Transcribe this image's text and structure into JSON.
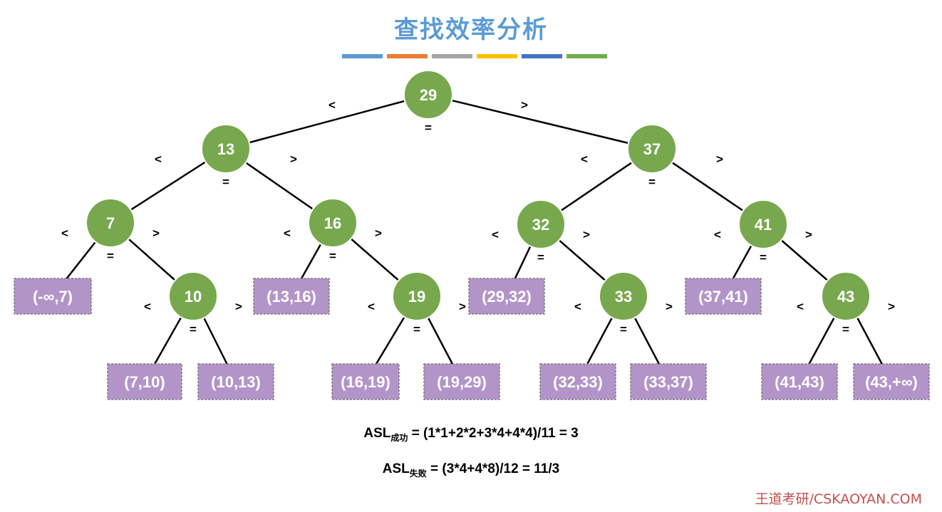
{
  "title": "查找效率分析",
  "color_bars": [
    "#5b9bd5",
    "#ed7d31",
    "#a5a5a5",
    "#ffc000",
    "#4472c4",
    "#70ad47"
  ],
  "colors": {
    "node_fill": "#78a84e",
    "node_stroke": "#ffffff",
    "node_text": "#ffffff",
    "leaf_fill": "#b394c8",
    "leaf_border": "#7f7f7f",
    "leaf_text": "#ffffff",
    "edge": "#000000"
  },
  "tree": {
    "nodes": [
      {
        "id": "n29",
        "label": "29",
        "lt": "<",
        "eq": "=",
        "gt": ">"
      },
      {
        "id": "n13",
        "label": "13",
        "lt": "<",
        "eq": "=",
        "gt": ">"
      },
      {
        "id": "n37",
        "label": "37",
        "lt": "<",
        "eq": "=",
        "gt": ">"
      },
      {
        "id": "n7",
        "label": "7",
        "lt": "<",
        "eq": "=",
        "gt": ">"
      },
      {
        "id": "n16",
        "label": "16",
        "lt": "<",
        "eq": "=",
        "gt": ">"
      },
      {
        "id": "n32",
        "label": "32",
        "lt": "<",
        "eq": "=",
        "gt": ">"
      },
      {
        "id": "n41",
        "label": "41",
        "lt": "<",
        "eq": "=",
        "gt": ">"
      },
      {
        "id": "n10",
        "label": "10",
        "lt": "<",
        "eq": "=",
        "gt": ">"
      },
      {
        "id": "n19",
        "label": "19",
        "lt": "<",
        "eq": "=",
        "gt": ">"
      },
      {
        "id": "n33",
        "label": "33",
        "lt": "<",
        "eq": "=",
        "gt": ">"
      },
      {
        "id": "n43",
        "label": "43",
        "lt": "<",
        "eq": "=",
        "gt": ">"
      }
    ],
    "leaves": [
      {
        "id": "l0",
        "label": "(-∞,7)"
      },
      {
        "id": "l1",
        "label": "(7,10)"
      },
      {
        "id": "l2",
        "label": "(10,13)"
      },
      {
        "id": "l3",
        "label": "(13,16)"
      },
      {
        "id": "l4",
        "label": "(16,19)"
      },
      {
        "id": "l5",
        "label": "(19,29)"
      },
      {
        "id": "l6",
        "label": "(29,32)"
      },
      {
        "id": "l7",
        "label": "(32,33)"
      },
      {
        "id": "l8",
        "label": "(33,37)"
      },
      {
        "id": "l9",
        "label": "(37,41)"
      },
      {
        "id": "l10",
        "label": "(41,43)"
      },
      {
        "id": "l11",
        "label": "(43,+∞)"
      }
    ],
    "edges": [
      [
        "n29",
        "n13"
      ],
      [
        "n29",
        "n37"
      ],
      [
        "n13",
        "n7"
      ],
      [
        "n13",
        "n16"
      ],
      [
        "n37",
        "n32"
      ],
      [
        "n37",
        "n41"
      ],
      [
        "n7",
        "l0"
      ],
      [
        "n7",
        "n10"
      ],
      [
        "n16",
        "l3"
      ],
      [
        "n16",
        "n19"
      ],
      [
        "n32",
        "l6"
      ],
      [
        "n32",
        "n33"
      ],
      [
        "n41",
        "l9"
      ],
      [
        "n41",
        "n43"
      ],
      [
        "n10",
        "l1"
      ],
      [
        "n10",
        "l2"
      ],
      [
        "n19",
        "l4"
      ],
      [
        "n19",
        "l5"
      ],
      [
        "n33",
        "l7"
      ],
      [
        "n33",
        "l8"
      ],
      [
        "n43",
        "l10"
      ],
      [
        "n43",
        "l11"
      ]
    ]
  },
  "formulas": {
    "success": {
      "prefix": "ASL",
      "sub": "成功",
      "expr": " = (1*1+2*2+3*4+4*4)/11 = 3"
    },
    "fail": {
      "prefix": "ASL",
      "sub": "失败",
      "expr": " = (3*4+4*8)/12 = 11/3"
    }
  },
  "footer": "王道考研/CSKAOYAN.COM"
}
